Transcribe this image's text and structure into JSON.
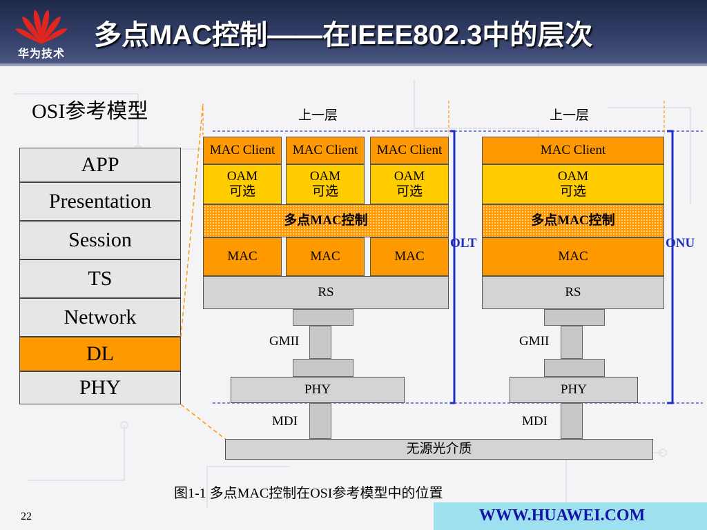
{
  "title": "多点MAC控制——在IEEE802.3中的层次",
  "logo_text": "华为技术",
  "osi": {
    "label": "OSI参考模型",
    "layers": [
      "APP",
      "Presentation",
      "Session",
      "TS",
      "Network",
      "DL",
      "PHY"
    ]
  },
  "olt": {
    "upper_label": "上一层",
    "clients": [
      "MAC Client",
      "MAC Client",
      "MAC Client"
    ],
    "oam": [
      {
        "line1": "OAM",
        "line2": "可选"
      },
      {
        "line1": "OAM",
        "line2": "可选"
      },
      {
        "line1": "OAM",
        "line2": "可选"
      }
    ],
    "mpcp": "多点MAC控制",
    "macs": [
      "MAC",
      "MAC",
      "MAC"
    ],
    "rs": "RS",
    "gmii": "GMII",
    "phy": "PHY",
    "mdi": "MDI",
    "side_label": "OLT"
  },
  "onu": {
    "upper_label": "上一层",
    "client": "MAC Client",
    "oam": {
      "line1": "OAM",
      "line2": "可选"
    },
    "mpcp": "多点MAC控制",
    "mac": "MAC",
    "rs": "RS",
    "gmii": "GMII",
    "phy": "PHY",
    "mdi": "MDI",
    "side_label": "ONU"
  },
  "medium": "无源光介质",
  "caption": "图1-1 多点MAC控制在OSI参考模型中的位置",
  "page_number": "22",
  "footer_url": "WWW.HUAWEI.COM",
  "colors": {
    "orange": "#ff9900",
    "yellow": "#ffcc00",
    "header": "#2a3658",
    "label_blue": "#1f2fc0"
  }
}
